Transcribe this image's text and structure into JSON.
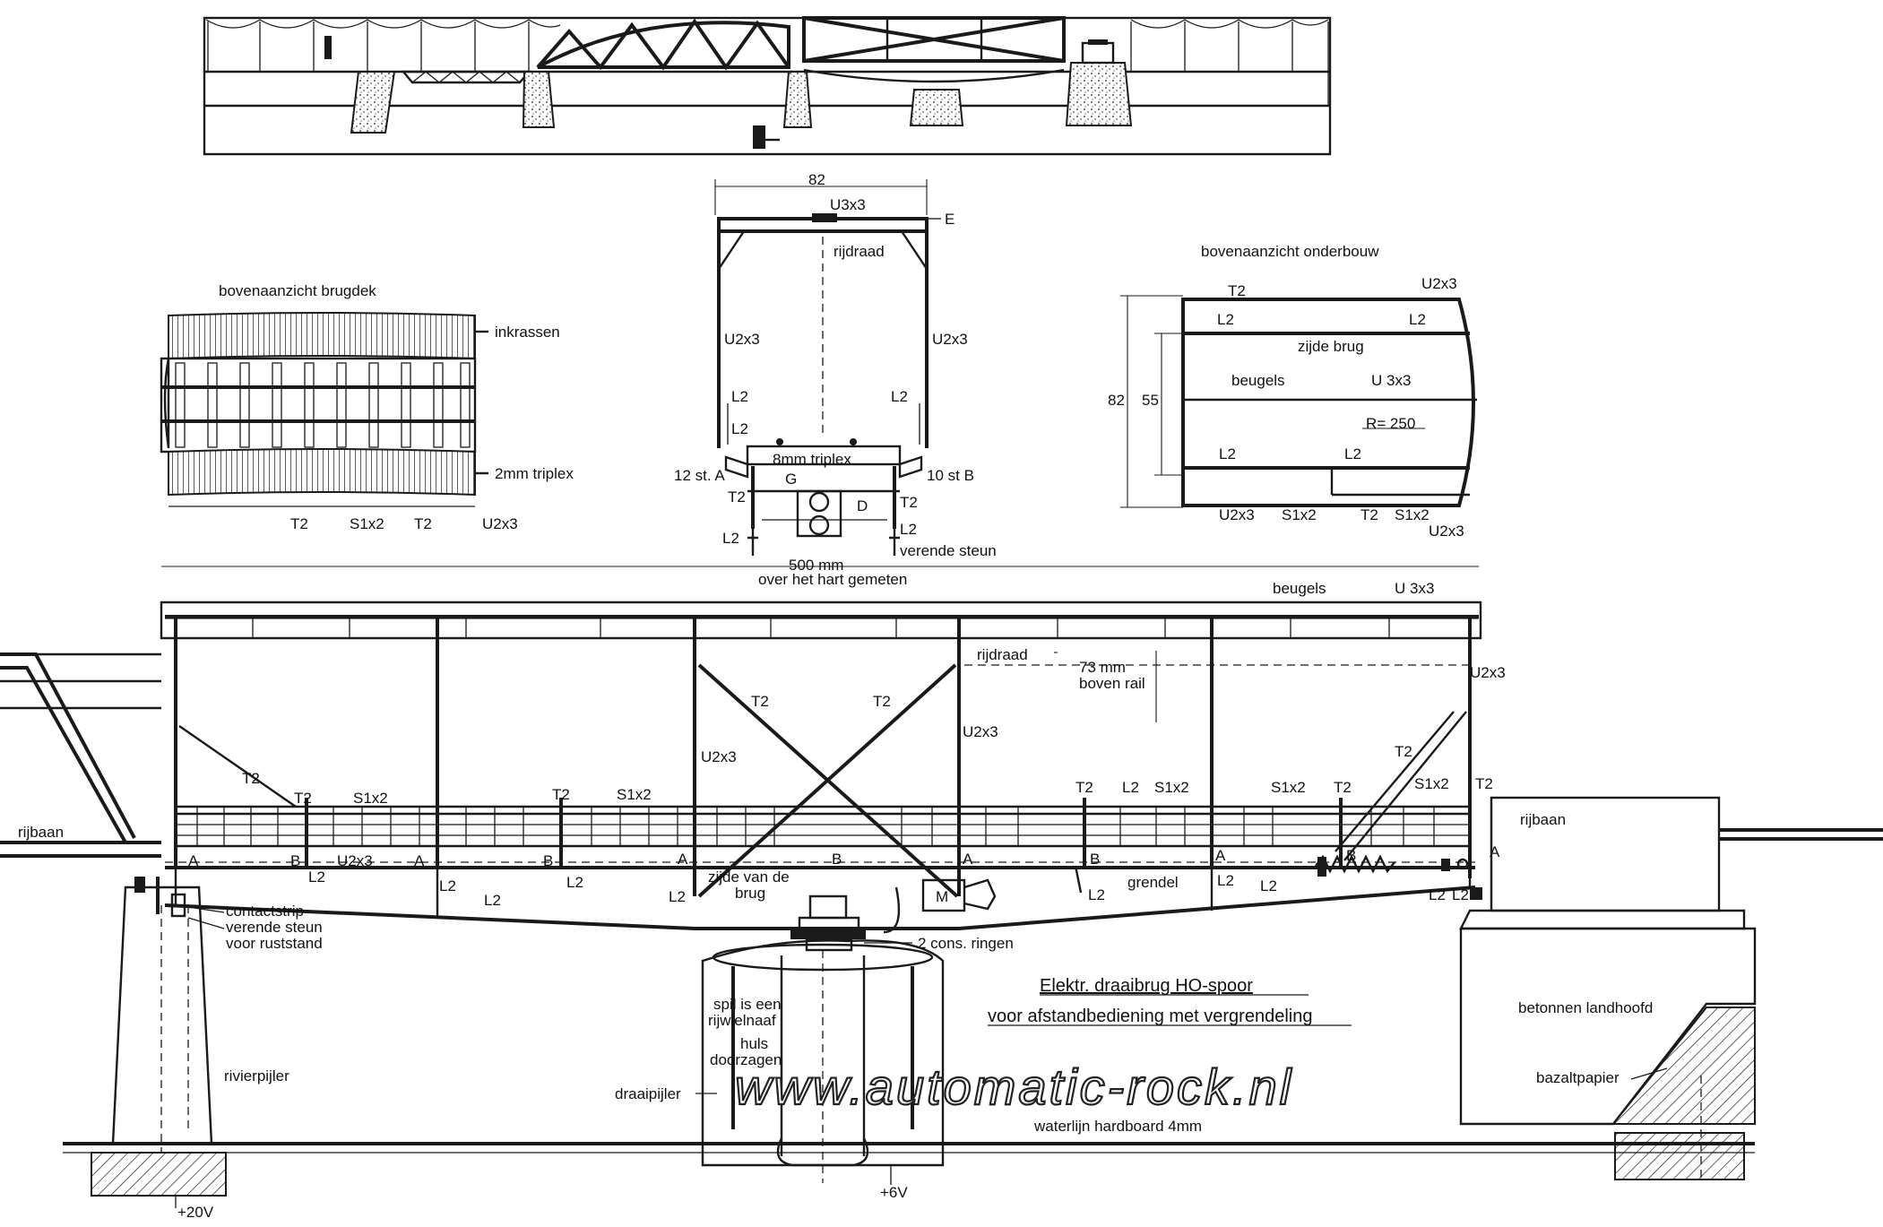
{
  "title": {
    "line1": "Elektr. draaibrug HO-spoor",
    "line2": "voor afstandbediening met vergrendeling"
  },
  "watermark": "www.automatic-rock.nl",
  "views": {
    "deck_top": {
      "heading": "bovenaanzicht brugdek",
      "labels": [
        "inkrassen",
        "2mm triplex",
        "T2",
        "S1x2",
        "T2",
        "U2x3"
      ]
    },
    "cross_section": {
      "width_dim": "82",
      "labels": [
        "U3x3",
        "E",
        "rijdraad",
        "U2x3",
        "U2x3",
        "L2",
        "L2",
        "L2",
        "8mm triplex",
        "12 st. A",
        "10 st B",
        "G",
        "T2",
        "T2",
        "D",
        "L2",
        "L2",
        "verende steun"
      ],
      "span_dim": "500 mm",
      "span_note": "over het hart gemeten"
    },
    "substructure_top": {
      "heading": "bovenaanzicht onderbouw",
      "dim_outer": "82",
      "dim_inner": "55",
      "radius": "R= 250",
      "labels": [
        "T2",
        "U2x3",
        "L2",
        "L2",
        "zijde brug",
        "beugels",
        "U 3x3",
        "L2",
        "L2",
        "U2x3",
        "S1x2",
        "T2",
        "S1x2",
        "U2x3"
      ]
    },
    "elevation": {
      "top_labels": [
        "beugels",
        "U 3x3"
      ],
      "rijdraad": "rijdraad",
      "clearance_1": "73 mm",
      "clearance_2": "boven rail",
      "member_labels": [
        "U2x3",
        "T2",
        "T2",
        "U2x3",
        "U2x3",
        "T2",
        "T2",
        "T2",
        "S1x2",
        "T2",
        "S1x2",
        "T2",
        "L2",
        "S1x2",
        "S1x2",
        "T2",
        "S1x2",
        "T2"
      ],
      "point_labels": [
        "A",
        "B",
        "A",
        "B",
        "A",
        "B",
        "A",
        "B",
        "A",
        "B",
        "A"
      ],
      "lower_labels": [
        "U2x3",
        "L2",
        "L2",
        "L2",
        "L2",
        "L2",
        "L2",
        "L2",
        "L2",
        "L2",
        "L2"
      ],
      "zijde": "zijde van de",
      "brug": "brug",
      "grendel": "grendel",
      "motor": "M",
      "rings": "2 cons. ringen",
      "rijbaan_left": "rijbaan",
      "rijbaan_right": "rijbaan",
      "contactstrip": "contactstrip",
      "verende_1": "verende steun",
      "verende_2": "voor ruststand",
      "spil_1": "spil is een",
      "spil_2": "rijwielnaaf",
      "huls_1": "huls",
      "huls_2": "doorzagen",
      "rivierpijler": "rivierpijler",
      "draaipijler": "draaipijler",
      "landhoofd": "betonnen landhoofd",
      "bazalt": "bazaltpapier",
      "waterlijn": "waterlijn  hardboard  4mm",
      "v20": "+20V",
      "v6": "+6V"
    }
  },
  "colors": {
    "ink": "#1a1a1a",
    "paper": "#ffffff"
  }
}
